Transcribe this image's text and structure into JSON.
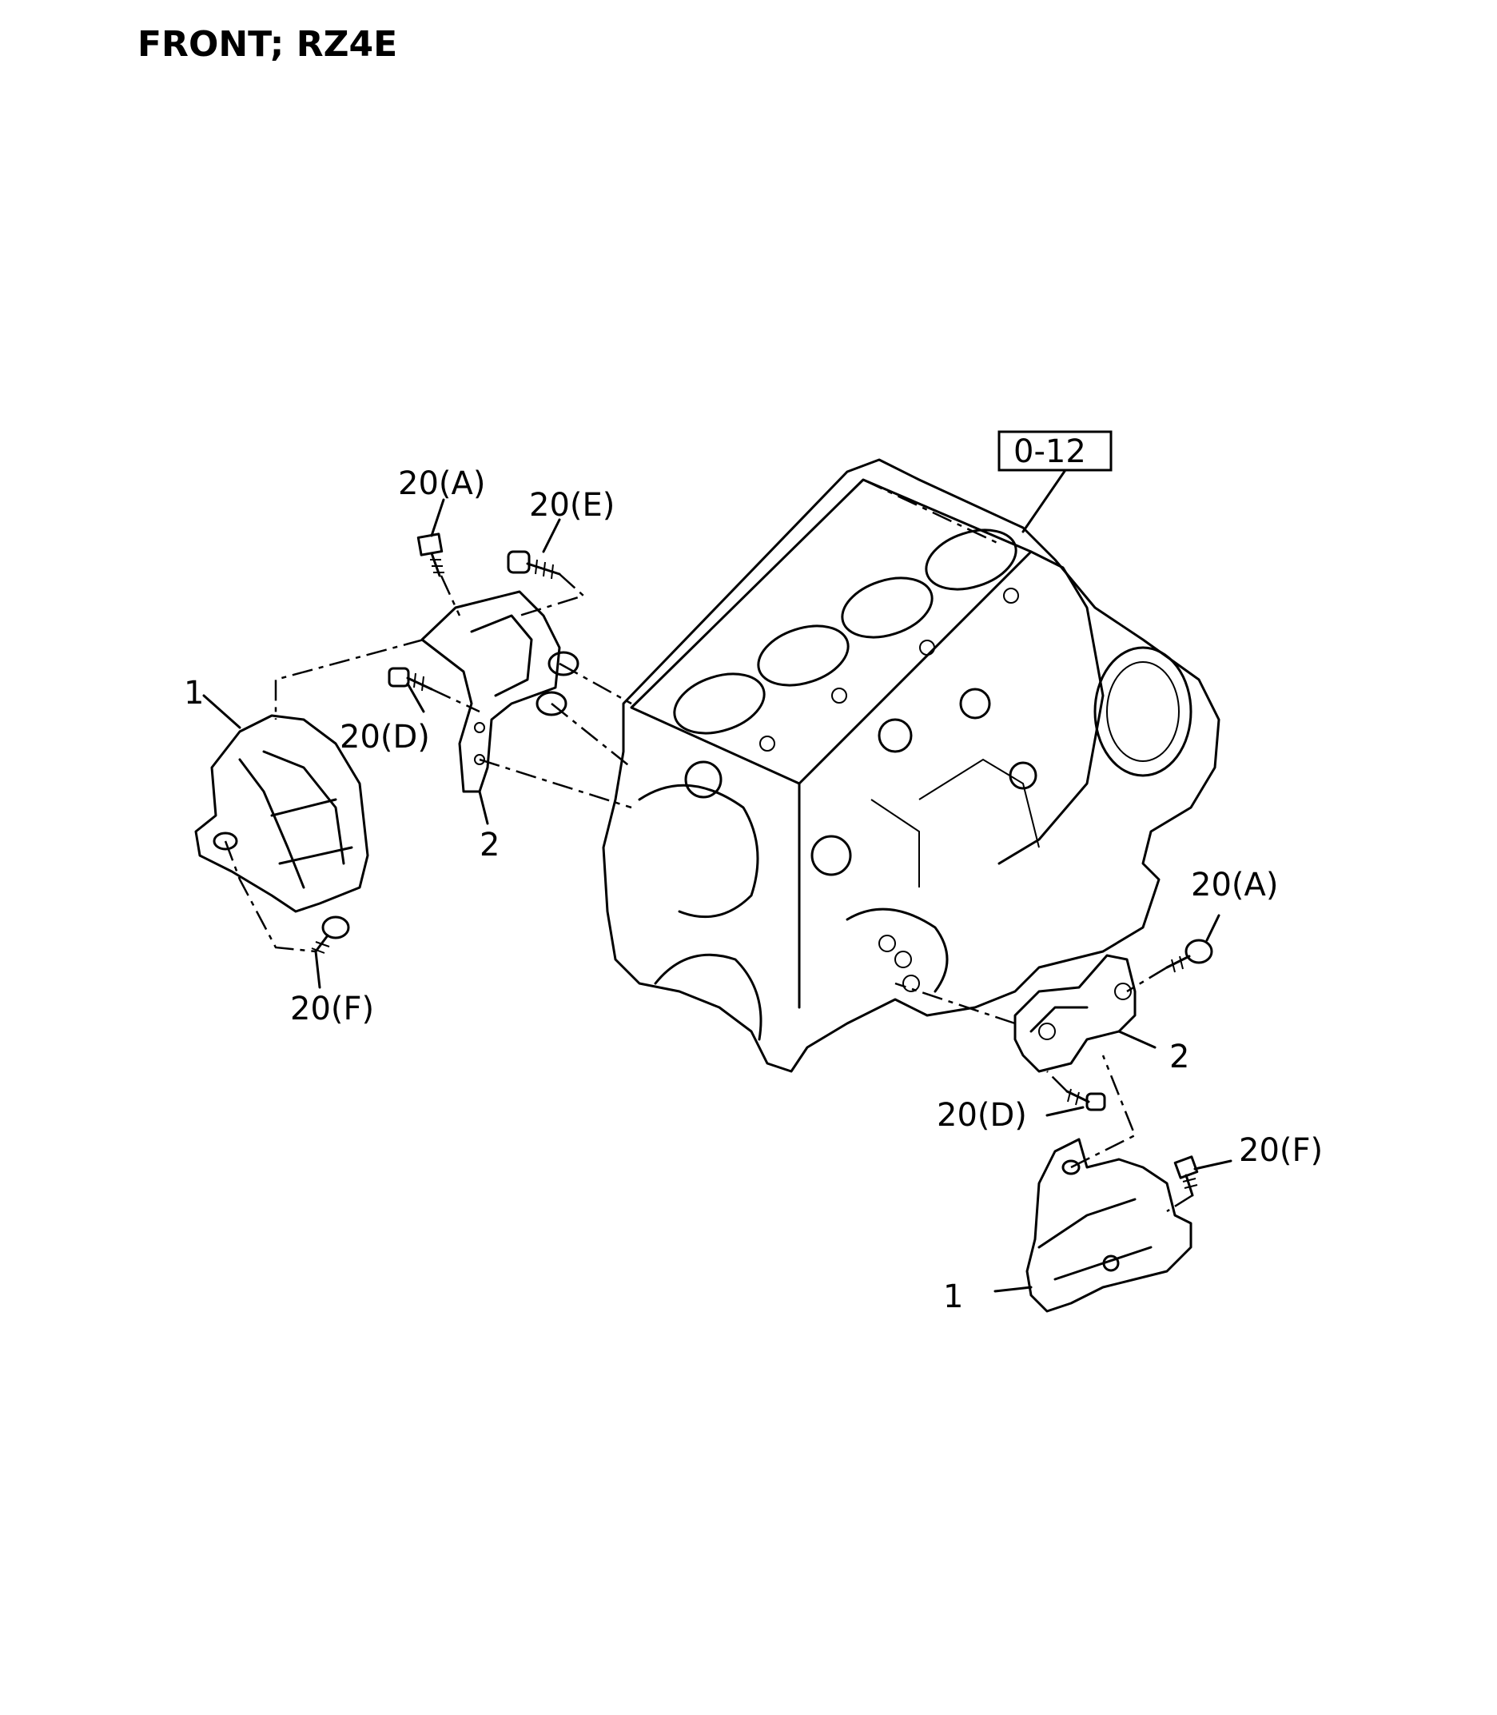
{
  "title": "FRONT; RZ4E",
  "reference": "0-12",
  "callouts": {
    "left_mount": "1",
    "right_mount": "1",
    "left_bracket": "2",
    "right_bracket": "2",
    "bolt_a_left": "20(A)",
    "bolt_e": "20(E)",
    "bolt_d_left": "20(D)",
    "bolt_f_left": "20(F)",
    "bolt_a_right": "20(A)",
    "bolt_d_right": "20(D)",
    "bolt_f_right": "20(F)"
  }
}
